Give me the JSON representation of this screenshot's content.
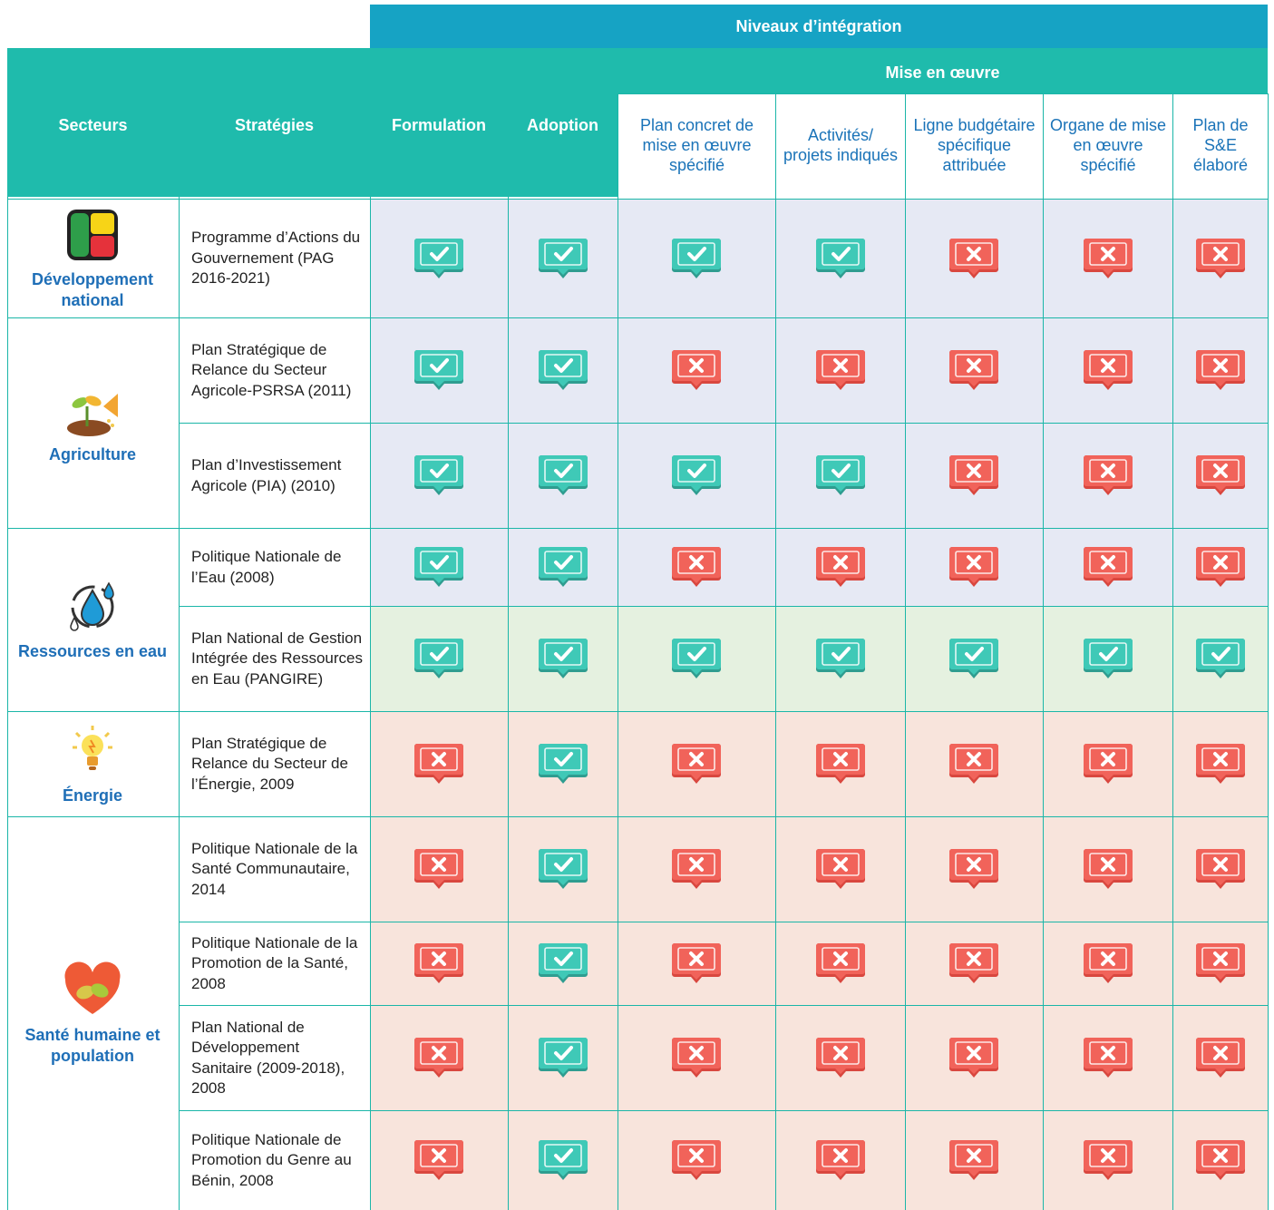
{
  "colors": {
    "teal": "#1fbbac",
    "blue_band": "#16a3c4",
    "row_blue": "#e6e9f4",
    "row_green": "#e5f1e0",
    "row_pink": "#f8e4dc",
    "check": "#3fc9b7",
    "cross": "#f1635a",
    "sector_text": "#1f6fb7"
  },
  "header": {
    "niveaux": "Niveaux d’intégration",
    "mise_en_oeuvre": "Mise en œuvre",
    "secteurs": "Secteurs",
    "strategies": "Stratégies",
    "formulation": "Formulation",
    "adoption": "Adoption",
    "sub_columns": [
      "Plan concret de mise en œuvre spécifié",
      "Activités/ projets indiqués",
      "Ligne budgétaire spécifique attribuée",
      "Organe de mise en œuvre spécifié",
      "Plan de S&E élaboré"
    ]
  },
  "sectors": [
    {
      "name": "Développement national",
      "icon": "benin-flag-icon"
    },
    {
      "name": "Agriculture",
      "icon": "seedling-icon"
    },
    {
      "name": "Ressources en eau",
      "icon": "water-cycle-icon"
    },
    {
      "name": "Énergie",
      "icon": "lightbulb-icon"
    },
    {
      "name": "Santé humaine et population",
      "icon": "heart-leaves-icon"
    }
  ],
  "rows": [
    {
      "sector": 0,
      "strategy": "Programme d’Actions du Gouvernement (PAG 2016-2021)",
      "bg": "blue",
      "values": [
        1,
        1,
        1,
        1,
        0,
        0,
        0
      ]
    },
    {
      "sector": 1,
      "strategy": "Plan Stratégique de Relance du Secteur Agricole-PSRSA (2011)",
      "bg": "blue",
      "values": [
        1,
        1,
        0,
        0,
        0,
        0,
        0
      ]
    },
    {
      "sector": 1,
      "strategy": "Plan d’Investissement Agricole (PIA) (2010)",
      "bg": "blue",
      "values": [
        1,
        1,
        1,
        1,
        0,
        0,
        0
      ]
    },
    {
      "sector": 2,
      "strategy": "Politique Nationale de l’Eau (2008)",
      "bg": "blue",
      "values": [
        1,
        1,
        0,
        0,
        0,
        0,
        0
      ]
    },
    {
      "sector": 2,
      "strategy": "Plan National de Gestion Intégrée des Ressources en Eau (PANGIRE)",
      "bg": "green",
      "values": [
        1,
        1,
        1,
        1,
        1,
        1,
        1
      ]
    },
    {
      "sector": 3,
      "strategy": "Plan Stratégique de Relance du Secteur de l’Énergie, 2009",
      "bg": "pink",
      "values": [
        0,
        1,
        0,
        0,
        0,
        0,
        0
      ]
    },
    {
      "sector": 4,
      "strategy": "Politique Nationale de la Santé Communautaire, 2014",
      "bg": "pink",
      "values": [
        0,
        1,
        0,
        0,
        0,
        0,
        0
      ]
    },
    {
      "sector": 4,
      "strategy": "Politique Nationale de la Promotion de la Santé, 2008",
      "bg": "pink",
      "values": [
        0,
        1,
        0,
        0,
        0,
        0,
        0
      ]
    },
    {
      "sector": 4,
      "strategy": "Plan National de Développement Sanitaire (2009-2018), 2008",
      "bg": "pink",
      "values": [
        0,
        1,
        0,
        0,
        0,
        0,
        0
      ]
    },
    {
      "sector": 4,
      "strategy": "Politique Nationale de Promotion du Genre au Bénin, 2008",
      "bg": "pink",
      "values": [
        0,
        1,
        0,
        0,
        0,
        0,
        0
      ]
    }
  ]
}
